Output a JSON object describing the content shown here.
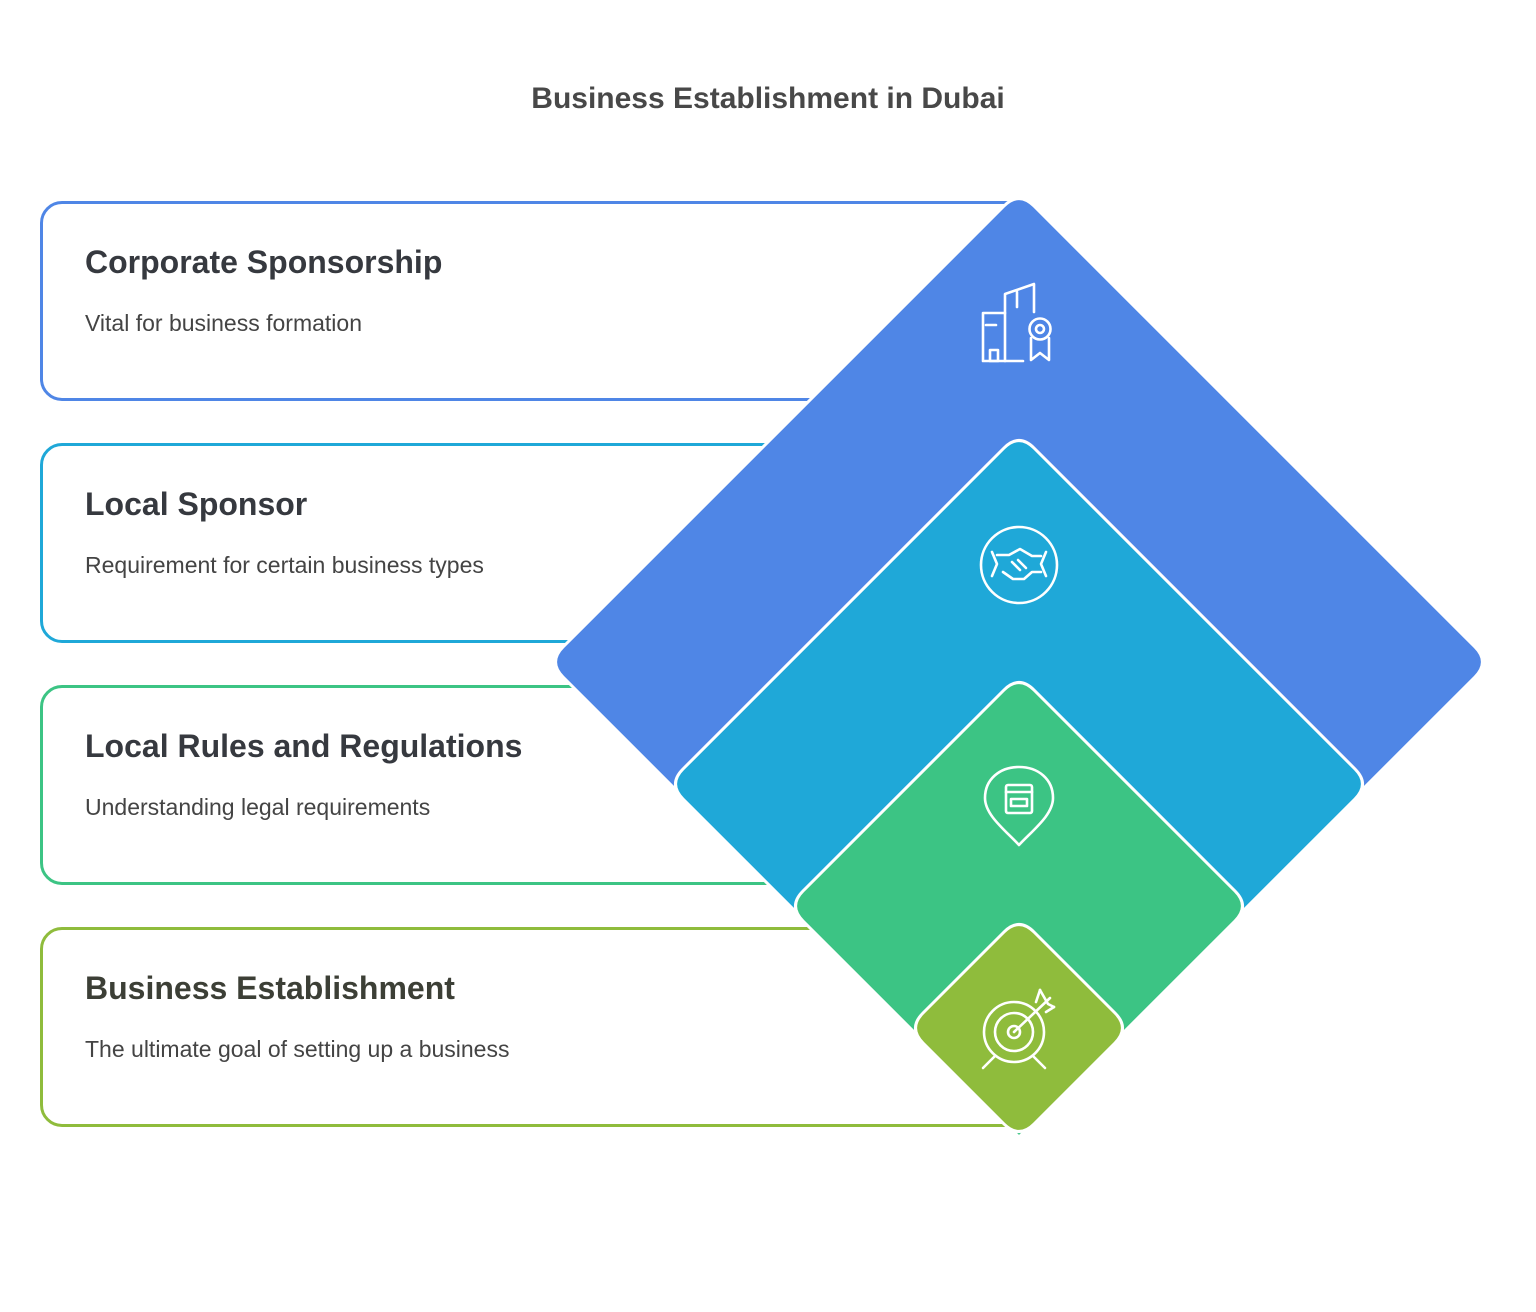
{
  "title": "Business Establishment in Dubai",
  "colors": {
    "level_1": "#4F86E6",
    "level_2": "#1FA8D8",
    "level_3": "#3CC484",
    "level_4": "#8FBC3C"
  },
  "items": [
    {
      "heading": "Corporate Sponsorship",
      "description": "Vital for business formation",
      "icon": "corporate-building-badge-icon"
    },
    {
      "heading": "Local Sponsor",
      "description": "Requirement for certain business types",
      "icon": "handshake-icon"
    },
    {
      "heading": "Local Rules and Regulations",
      "description": "Understanding legal requirements",
      "icon": "location-document-icon"
    },
    {
      "heading": "Business Establishment",
      "description": "The ultimate goal of setting up a business",
      "icon": "target-arrow-icon"
    }
  ]
}
